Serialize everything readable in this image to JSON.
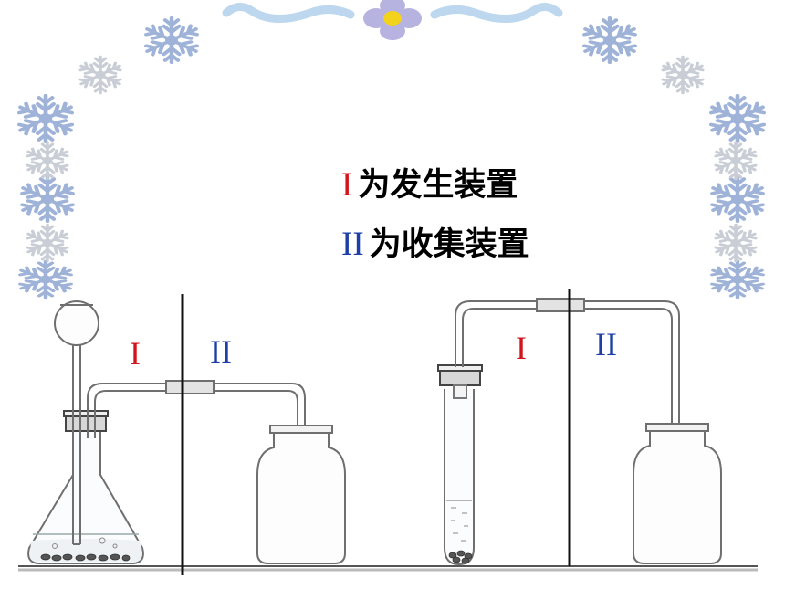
{
  "legend": {
    "gen_numeral": "I",
    "gen_text": "为发生装置",
    "col_numeral": "II",
    "col_text": "为收集装置"
  },
  "labels": {
    "left_gen": "I",
    "left_col": "II",
    "right_gen": "I",
    "right_col": "II"
  },
  "colors": {
    "generation": "#d4141c",
    "collection": "#1f3fa8",
    "snowflake": "#9fb3d8",
    "snowflake_light": "#c9ced6",
    "glass": "#6f6f6f",
    "ribbon": "#bcd7ee",
    "flower": "#b7b3e0",
    "flower_center": "#f2d21b"
  },
  "icons": [
    "snowflake-icon",
    "ribbon-ornament-icon",
    "flower-icon"
  ]
}
